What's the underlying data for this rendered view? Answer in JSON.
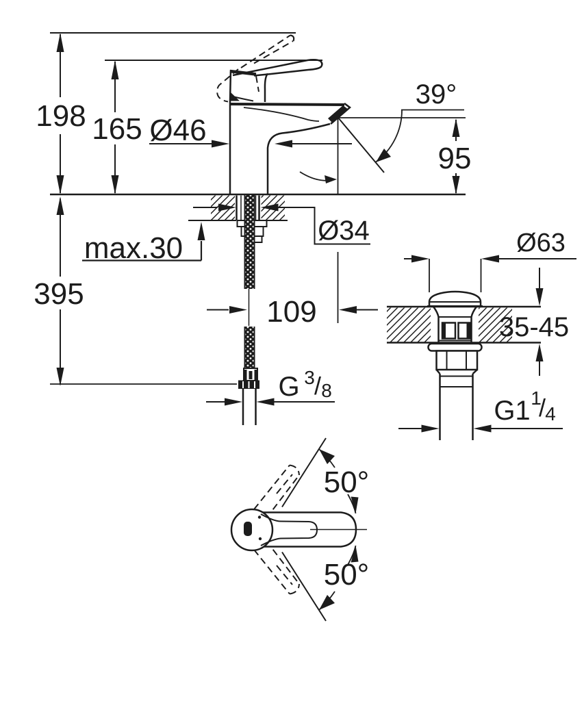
{
  "meta": {
    "description": "Technical dimension drawing of a single-lever basin mixer faucet with pop-up waste valve and handle swing top view"
  },
  "labels": {
    "total_height": "198",
    "lever_height": "165",
    "body_diameter": "Ø46",
    "spout_angle": "39°",
    "spout_height": "95",
    "max_deck_thickness": "max.30",
    "hose_length": "395",
    "mounting_hole_diameter": "Ø34",
    "spout_projection": "109",
    "supply_thread": {
      "g": "G",
      "numerator": "3",
      "slash": "/",
      "denominator": "8"
    },
    "waste_cap_diameter": "Ø63",
    "waste_deck_thickness": "35-45",
    "waste_thread": {
      "g": "G1",
      "numerator": "1",
      "slash": "/",
      "denominator": "4"
    },
    "handle_swing_upper": "50°",
    "handle_swing_lower": "50°"
  },
  "colors": {
    "line": "#1c1c1c",
    "background": "#ffffff"
  }
}
